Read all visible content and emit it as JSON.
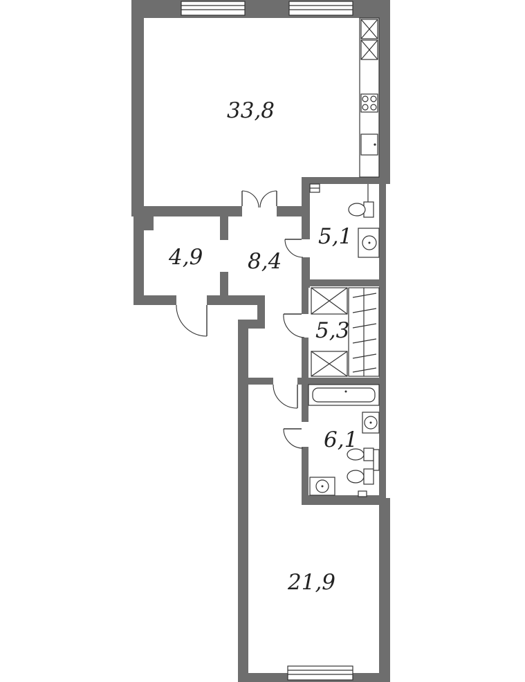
{
  "rooms": [
    {
      "id": "living-kitchen",
      "area": "33,8"
    },
    {
      "id": "hall",
      "area": "8,4"
    },
    {
      "id": "closet",
      "area": "4,9"
    },
    {
      "id": "bathroom-1",
      "area": "5,1"
    },
    {
      "id": "wardrobe",
      "area": "5,3"
    },
    {
      "id": "bathroom-2",
      "area": "6,1"
    },
    {
      "id": "bedroom",
      "area": "21,9"
    }
  ],
  "colors": {
    "wall": "#6e6e6e",
    "line": "#333333",
    "background": "#ffffff"
  }
}
